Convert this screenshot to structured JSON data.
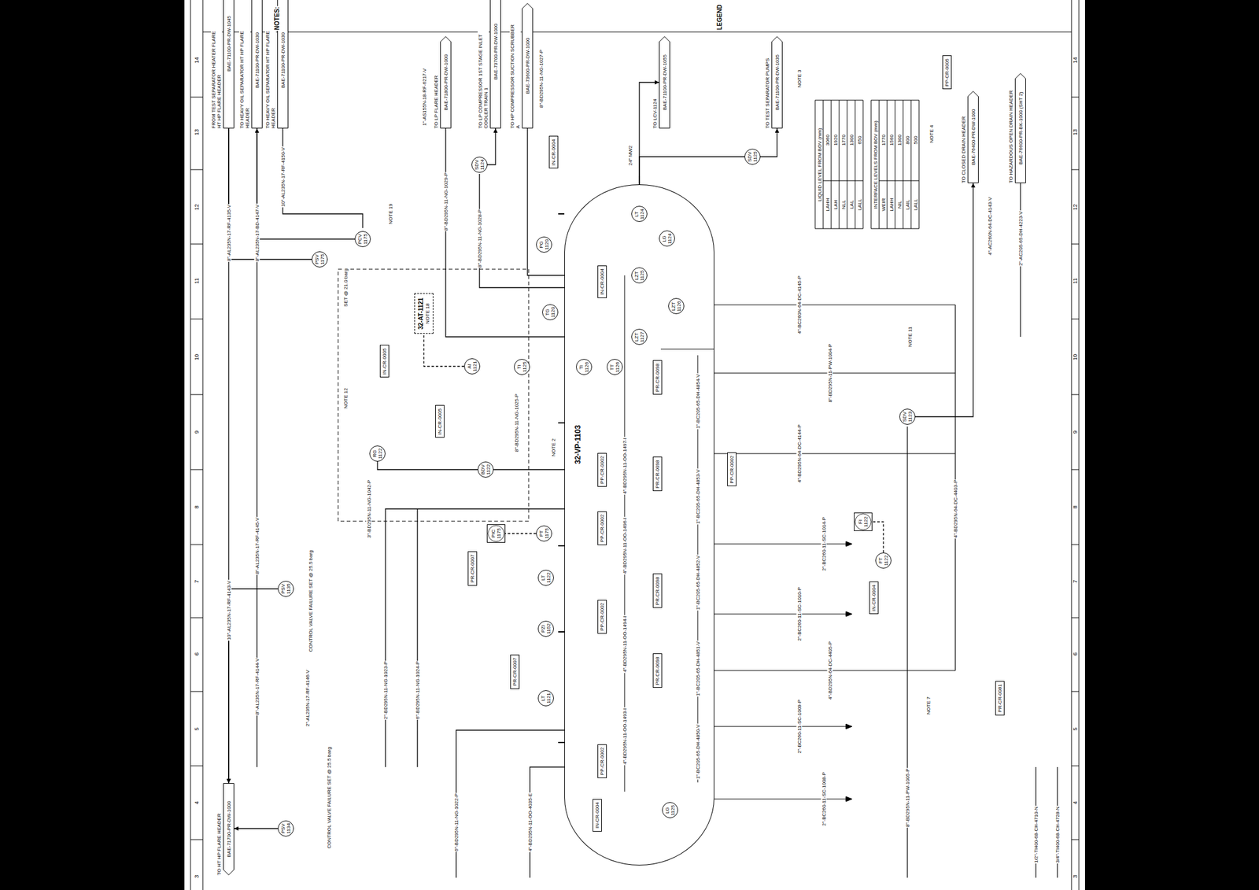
{
  "diagram": {
    "nodes": [
      {
        "text": [
          "32-VP-1103"
        ]
      },
      {
        "text": [
          "FROM TEST SEPARATOR HEATER FLARE HT HP FLARE HEADER",
          "BAE-71100-PR-DW-1045"
        ]
      },
      {
        "text": [
          "TO HEAVY OIL SEPARATOR HT HP FLARE HEADER",
          "BAE-71100-PR-DW-1030"
        ]
      },
      {
        "text": [
          "TO HEAVY OIL SEPARATOR HT HP FLARE HEADER",
          "BAE-71100-PR-DW-1030"
        ]
      },
      {
        "text": [
          "TO LP FLARE HEADER",
          "BAE-71800-PR-DW-1000"
        ]
      },
      {
        "text": [
          "TO LP COMPRESSOR 1ST STAGE INLET COOLER TRAIN 1",
          "BAE-73700-PR-DW-1000"
        ]
      },
      {
        "text": [
          "TO HP COMPRESSOR SUCTION SCRUBBER A",
          "BAE-73600-PR-DW-1000"
        ]
      },
      {
        "text": [
          "TO LCV-1124",
          "BAE-71100-PR-DW-1055"
        ]
      },
      {
        "text": [
          "TO TEST SEPARATOR PUMPS",
          "BAE-71100-PR-DW-1035"
        ]
      },
      {
        "text": [
          "TO CLOSED DRAIN HEADER",
          "BAE-76400-PR-DW-1000"
        ]
      },
      {
        "text": [
          "TO HAZARDOUS OPEN DRAIN HEADER",
          "BAE-76600-PR-BK-1000 (SHT 2)"
        ]
      },
      {
        "text": [
          "TO HT HP FLARE HEADER",
          "BAE-71700-PR-DW-1000"
        ]
      },
      {
        "text": [
          "PSV 1175"
        ]
      },
      {
        "text": [
          "PCV 1175"
        ]
      },
      {
        "text": [
          "32-AT-1121",
          "NOTE 18"
        ]
      },
      {
        "text": [
          "SDV 1124"
        ]
      },
      {
        "text": [
          "PG 1120"
        ]
      },
      {
        "text": [
          "TG 1120"
        ]
      },
      {
        "text": [
          "AI 1121"
        ]
      },
      {
        "text": [
          "TI 1125"
        ]
      },
      {
        "text": [
          "BDV 1122"
        ]
      },
      {
        "text": [
          "RG 1122"
        ]
      },
      {
        "text": [
          "PIC 1175"
        ]
      },
      {
        "text": [
          "PT 1175"
        ]
      },
      {
        "text": [
          "LT 1122"
        ]
      },
      {
        "text": [
          "PZI 1152"
        ]
      },
      {
        "text": [
          "LT 1121"
        ]
      },
      {
        "text": [
          "PSV 1135"
        ]
      },
      {
        "text": [
          "PSV 1134"
        ]
      },
      {
        "text": [
          "SDV 1125"
        ]
      },
      {
        "text": [
          "SDV 1123"
        ]
      },
      {
        "text": [
          "FI 1122"
        ]
      },
      {
        "text": [
          "FT 1122"
        ]
      },
      {
        "text": [
          "IN-CR-0004"
        ]
      },
      {
        "text": [
          "IN-CR-0005"
        ]
      },
      {
        "text": [
          "IN-CR-0005"
        ]
      },
      {
        "text": [
          "PR-CR-0007"
        ]
      },
      {
        "text": [
          "PR-CR-0007"
        ]
      },
      {
        "text": [
          "PP-CR-0002"
        ]
      },
      {
        "text": [
          "IN-CR-0004"
        ]
      },
      {
        "text": [
          "PR-CR-0081"
        ]
      },
      {
        "text": [
          "PP-CR-0005"
        ]
      },
      {
        "text": [
          "TI 1126"
        ],
        "in": 0
      },
      {
        "text": [
          "TT 1126"
        ],
        "in": 0
      },
      {
        "text": [
          "LT 1124"
        ],
        "in": 0
      },
      {
        "text": [
          "LG 1124"
        ],
        "in": 0
      },
      {
        "text": [
          "LZT 1125"
        ],
        "in": 0
      },
      {
        "text": [
          "LZT 1126"
        ],
        "in": 0
      },
      {
        "text": [
          "LZT 1127"
        ],
        "in": 0
      },
      {
        "text": [
          "LG 1125"
        ],
        "in": 0
      },
      {
        "text": [
          "IN-CR-0004"
        ],
        "in": 0
      },
      {
        "text": [
          "IN-CR-0004"
        ],
        "in": 0
      },
      {
        "text": [
          "PP-CR-0002"
        ],
        "in": 0
      },
      {
        "text": [
          "PP-CR-0002"
        ],
        "in": 0
      },
      {
        "text": [
          "PP-CR-0002"
        ],
        "in": 0
      },
      {
        "text": [
          "PP-CR-0002"
        ],
        "in": 0
      },
      {
        "text": [
          "PR-CR-0098"
        ],
        "in": 0
      },
      {
        "text": [
          "PR-CR-0098"
        ],
        "in": 0
      },
      {
        "text": [
          "PR-CR-0098"
        ],
        "in": 0
      },
      {
        "text": [
          "PR-CR-0098"
        ],
        "in": 0
      }
    ],
    "edges": [
      {
        "from": 1,
        "to": 11,
        "arrow": "to"
      },
      {
        "from": 12,
        "to": 1,
        "arrow": "none"
      },
      {
        "from": 13,
        "to": 2,
        "arrow": "to"
      },
      {
        "from": 15,
        "to": 5,
        "arrow": "to"
      },
      {
        "from": 0,
        "to": 7,
        "arrow": "to"
      },
      {
        "from": 0,
        "to": 29,
        "arrow": "none"
      },
      {
        "from": 29,
        "to": 8,
        "arrow": "to"
      },
      {
        "from": 0,
        "to": 20,
        "arrow": "none"
      },
      {
        "from": 20,
        "to": 21,
        "arrow": "none"
      },
      {
        "from": 23,
        "to": 22,
        "arrow": "none"
      },
      {
        "from": 18,
        "to": 14,
        "arrow": "none"
      },
      {
        "from": 30,
        "to": 9,
        "arrow": "to"
      },
      {
        "from": 32,
        "to": 31,
        "arrow": "none"
      },
      {
        "from": 27,
        "to": 11,
        "arrow": "to"
      },
      {
        "from": 28,
        "to": 11,
        "arrow": "to"
      }
    ],
    "labels": [
      "14",
      "13",
      "12",
      "11",
      "10",
      "9",
      "8",
      "7",
      "6",
      "5",
      "4",
      "3",
      "14",
      "13",
      "12",
      "11",
      "10",
      "9",
      "8",
      "7",
      "6",
      "5",
      "4",
      "3",
      "NOTES:",
      "LEGEND",
      "8\"-AL235N-17-RF-4135-V",
      "8\"-AL235N-17-BD-4147-V",
      "10\"-AL235N-17-RF-4150-V",
      "10\"-AL235N-17-RF-4143-V",
      "8\"-AL235N-17-RF-4145-V",
      "8\"-AL235N-17-RF-4144-V",
      "2\"-AL235N-17-RF-4146-V",
      "CONTROL VALVE FAILURE SET @ 25.5 barg",
      "CONTROL VALVE FAILURE SET @ 25.5 barg",
      "SET @ 21.0 barg",
      "NOTE 12",
      "NOTE 19",
      "1\"-AS155N-18-RF-6217-V",
      "8\"-BD295N-11-NG-1029-P",
      "8\"-BD295N-11-NG-1028-P",
      "8\"-BD295N-11-NG-1027-P",
      "3\"-BD295N-11-NG-1042-P",
      "8\"-BD295N-11-NG-1025-P",
      "2\"-BD295N-11-NG-1023-P",
      "6\"-BD295N-11-NG-1024-P",
      "6\"-BD295N-11-NG-1022-P",
      "4\"-BD295N-11-OO-4035-E",
      "NOTE 2",
      "24\" MW2",
      "4\"-BD295N-11-OO-1497-I",
      "4\"-BD295N-11-OO-1496-I",
      "4\"-BD295N-11-OO-1494-I",
      "4\"-BD295N-11-OO-1493-I",
      "1\"-BC205-65-DH-4854-V",
      "1\"-BC205-65-DH-4853-V",
      "1\"-BC205-65-DH-4852-V",
      "1\"-BC205-65-DH-4851-V",
      "1\"-BC205-65-DH-4850-V",
      "4\"-BC260N-64-DC-4145-P",
      "8\"-BD295N-11-PW-1004-P",
      "4\"-BD295N-64-DC-4144-P",
      "2\"-BC260-11-SC-1014-P",
      "2\"-BC260-11-SC-1010-P",
      "4\"-BD295N-64-DC-4405-P",
      "2\"-BC260-11-SC-1009-P",
      "2\"-BC260-11-SC-1008-P",
      "4\"-BD295N-64-DC-4403-P",
      "8\"-BD295N-11-PW-1005-P",
      "4\"-AC260N-64-DC-4143-V",
      "2\"-AC205-65-DH-4223-V",
      "NOTE 7",
      "NOTE 11",
      "NOTE 3",
      "NOTE 4",
      "3/4\"-TI400-68-CH-4728-N",
      "1/2\"-TI400-68-CH-4710-N",
      "LIQUID LEVEL FROM BOV (mm)",
      "LAHH",
      "3060",
      "LAH",
      "1920",
      "NLL",
      "1770",
      "LAL",
      "1300",
      "LALL",
      "650",
      "INTERFACE LEVELS FROM BOV (mm)",
      "WEIR",
      "1770",
      "LAHH",
      "1560",
      "NIL",
      "1300",
      "LAIL",
      "800",
      "LALL",
      "500"
    ]
  }
}
